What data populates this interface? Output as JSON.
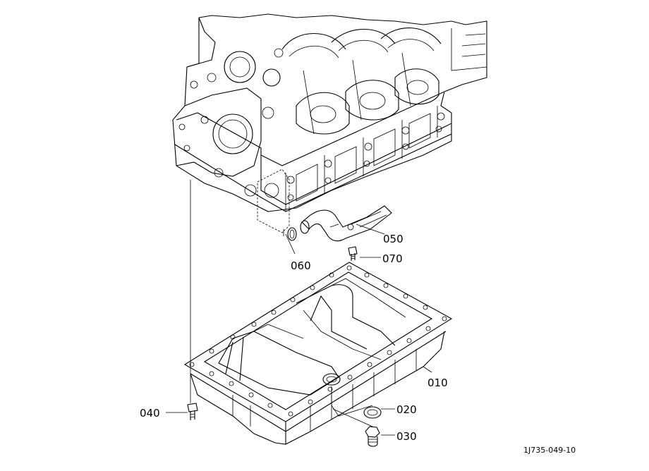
{
  "diagram": {
    "figure_code": "1J735-049-10",
    "callouts": [
      {
        "id": "c010",
        "label": "010"
      },
      {
        "id": "c020",
        "label": "020"
      },
      {
        "id": "c030",
        "label": "030"
      },
      {
        "id": "c040",
        "label": "040"
      },
      {
        "id": "c050",
        "label": "050"
      },
      {
        "id": "c060",
        "label": "060"
      },
      {
        "id": "c070",
        "label": "070"
      }
    ]
  }
}
